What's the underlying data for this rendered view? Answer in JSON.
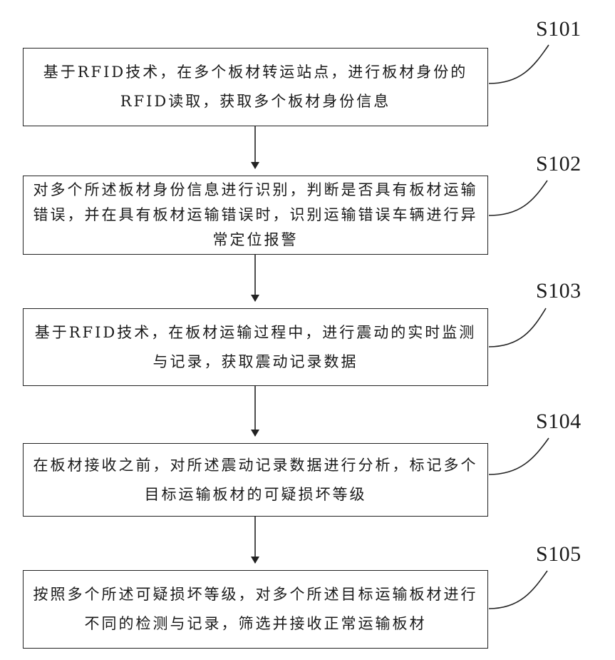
{
  "steps": [
    {
      "id": "S101",
      "text": "基于RFID技术，在多个板材转运站点，进行板材身份的RFID读取，获取多个板材身份信息"
    },
    {
      "id": "S102",
      "text": "对多个所述板材身份信息进行识别，判断是否具有板材运输错误，并在具有板材运输错误时，识别运输错误车辆进行异常定位报警"
    },
    {
      "id": "S103",
      "text": "基于RFID技术，在板材运输过程中，进行震动的实时监测与记录，获取震动记录数据"
    },
    {
      "id": "S104",
      "text": "在板材接收之前，对所述震动记录数据进行分析，标记多个目标运输板材的可疑损坏等级"
    },
    {
      "id": "S105",
      "text": "按照多个所述可疑损坏等级，对多个所述目标运输板材进行不同的检测与记录，筛选并接收正常运输板材"
    }
  ]
}
